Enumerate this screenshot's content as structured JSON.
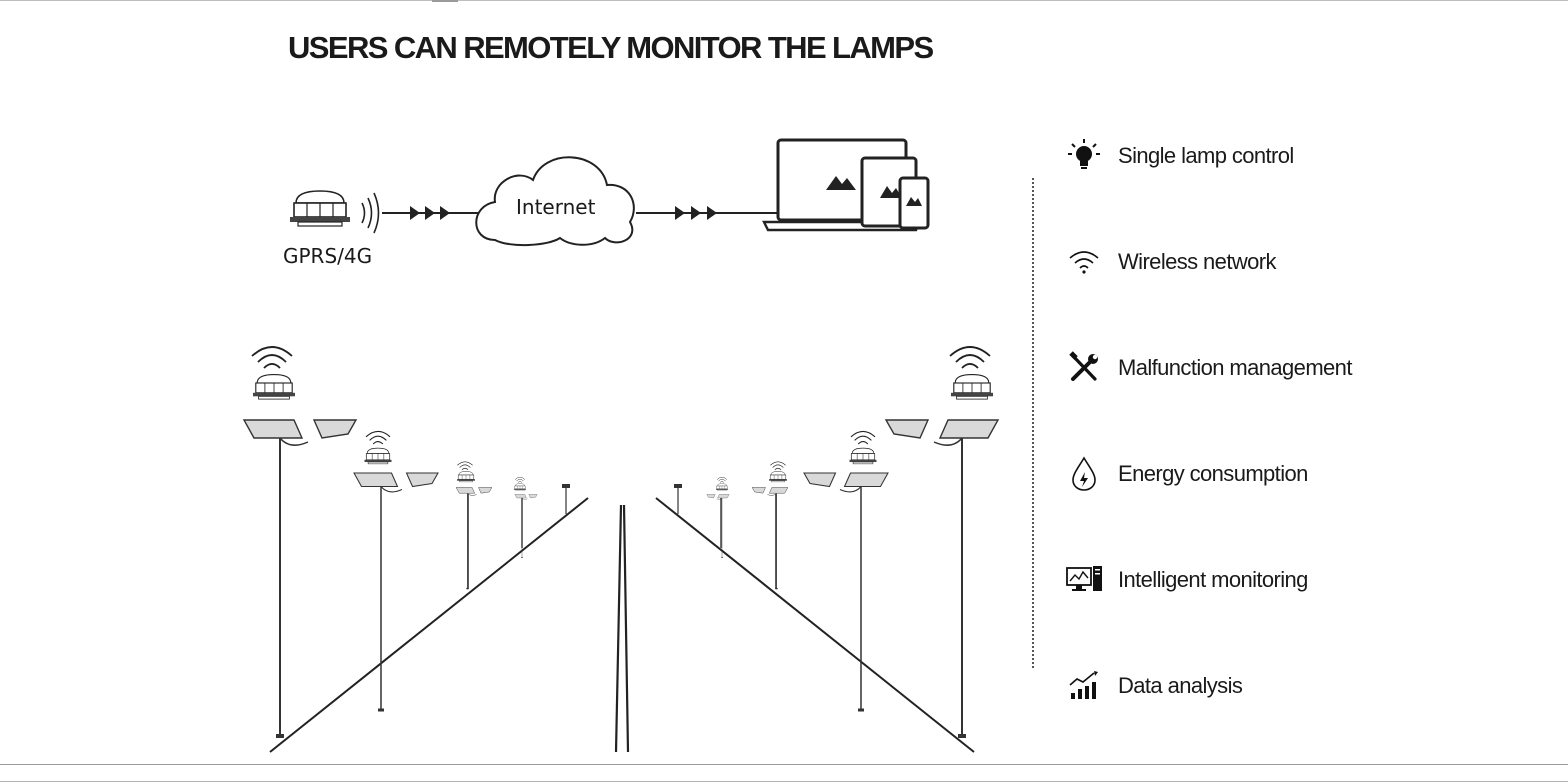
{
  "title": "USERS CAN REMOTELY MONITOR THE LAMPS",
  "network": {
    "device_label": "GPRS/4G",
    "cloud_label": "Internet"
  },
  "features": [
    {
      "label": "Single lamp control",
      "icon": "bulb-icon"
    },
    {
      "label": "Wireless network",
      "icon": "wifi-icon"
    },
    {
      "label": "Malfunction management",
      "icon": "tools-icon"
    },
    {
      "label": "Energy consumption",
      "icon": "energy-drop-icon"
    },
    {
      "label": "Intelligent monitoring",
      "icon": "monitor-computer-icon"
    },
    {
      "label": "Data analysis",
      "icon": "bar-chart-icon"
    }
  ]
}
